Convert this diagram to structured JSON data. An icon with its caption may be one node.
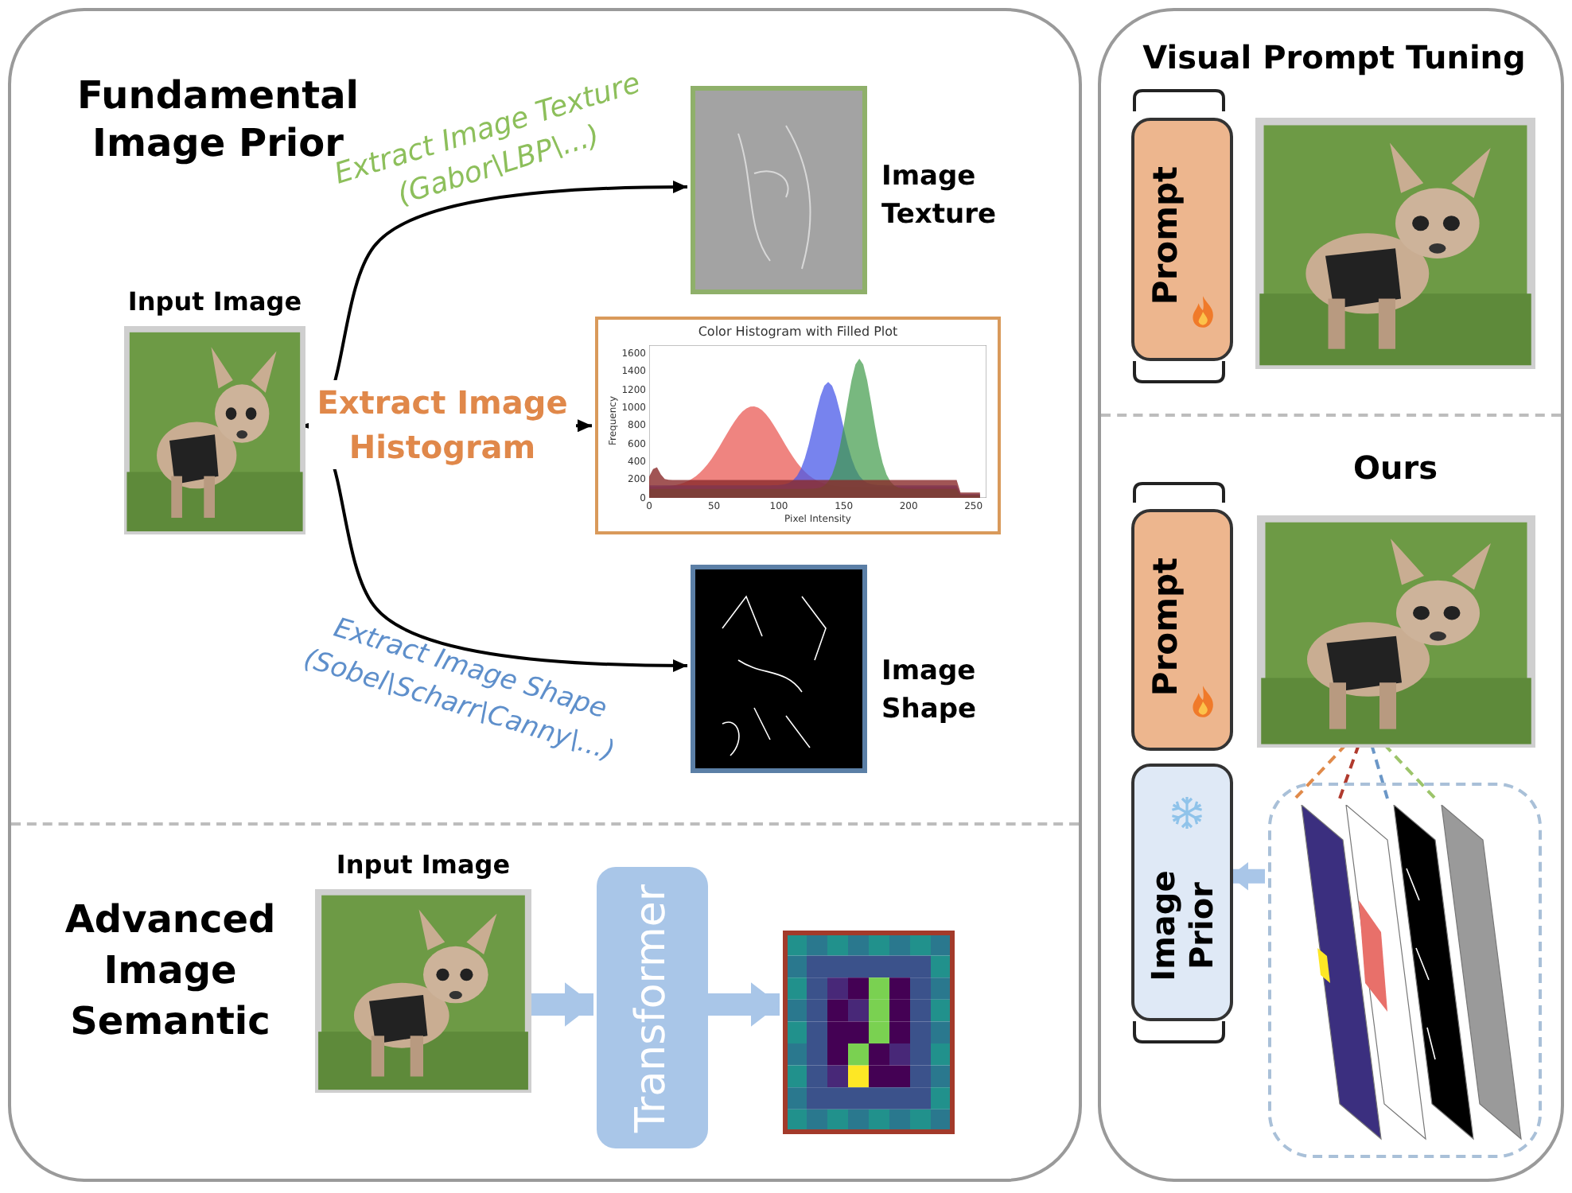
{
  "diagram": {
    "nodes": [
      {
        "text": [
          "Fundamental Image Prior",
          "Advanced Image Semantic"
        ]
      },
      {
        "text": [
          "Visual Prompt Tuning",
          "Ours"
        ]
      },
      {
        "text": [
          "Input Image"
        ],
        "in": 0
      },
      {
        "text": [],
        "shape": "picture",
        "in": 0,
        "beside": [
          "Image Texture"
        ]
      },
      {
        "text": [
          "Color Histogram with Filled Plot"
        ],
        "in": 0
      },
      {
        "text": [],
        "shape": "picture",
        "in": 0,
        "beside": [
          "Image Shape"
        ]
      },
      {
        "text": [
          "Input Image"
        ],
        "in": 0
      },
      {
        "text": [
          "Transformer"
        ],
        "in": 0
      },
      {
        "text": [],
        "shape": "picture",
        "in": 0
      },
      {
        "text": [
          "Prompt"
        ],
        "in": 1
      },
      {
        "text": [],
        "shape": "picture",
        "in": 1
      },
      {
        "text": [
          "Prompt"
        ],
        "in": 1
      },
      {
        "text": [],
        "shape": "picture",
        "in": 1
      },
      {
        "text": [
          "Image Prior"
        ],
        "in": 1
      },
      {
        "text": [],
        "shape": "box",
        "in": 1
      },
      {
        "text": [],
        "shape": "picture",
        "in": 14
      },
      {
        "text": [],
        "shape": "picture",
        "in": 14
      },
      {
        "text": [],
        "shape": "picture",
        "in": 14
      },
      {
        "text": [],
        "shape": "picture",
        "in": 14
      }
    ],
    "edges": [
      {
        "from": 2,
        "to": 3,
        "arrow": "to",
        "label": "Extract Image Texture (Gabor\\LBP\\...)"
      },
      {
        "from": 2,
        "to": 4,
        "arrow": "to",
        "label": "Extract Image Histogram"
      },
      {
        "from": 2,
        "to": 5,
        "arrow": "to",
        "label": "Extract Image Shape (Sobel\\Scharr\\Canny\\...)"
      },
      {
        "from": 6,
        "to": 7,
        "arrow": "to",
        "style": "thick",
        "color": "#a9c6e8"
      },
      {
        "from": 7,
        "to": 8,
        "arrow": "to",
        "style": "thick",
        "color": "#a9c6e8"
      },
      {
        "from": 12,
        "to": 15,
        "arrow": "none",
        "style": "dashed",
        "color": "#e08a4a"
      },
      {
        "from": 12,
        "to": 16,
        "arrow": "none",
        "style": "dashed",
        "color": "#b03a2e"
      },
      {
        "from": 12,
        "to": 17,
        "arrow": "none",
        "style": "dashed",
        "color": "#6b97c7"
      },
      {
        "from": 12,
        "to": 18,
        "arrow": "none",
        "style": "dashed",
        "color": "#9cc46a"
      },
      {
        "from": 14,
        "to": 13,
        "arrow": "to",
        "style": "thick",
        "color": "#a9c6e8"
      }
    ],
    "labels": [
      "1600",
      "1400",
      "1200",
      "1000",
      "800",
      "600",
      "400",
      "200",
      "0",
      "Frequency",
      "0",
      "50",
      "100",
      "150",
      "200",
      "250",
      "Pixel Intensity"
    ]
  }
}
